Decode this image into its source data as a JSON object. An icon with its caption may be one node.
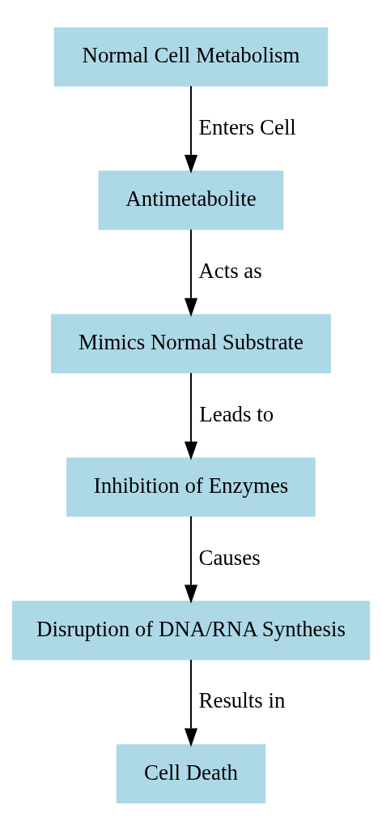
{
  "diagram": {
    "nodes": [
      {
        "text": [
          "Normal Cell Metabolism"
        ]
      },
      {
        "text": [
          "Antimetabolite"
        ]
      },
      {
        "text": [
          "Mimics Normal Substrate"
        ]
      },
      {
        "text": [
          "Inhibition of Enzymes"
        ]
      },
      {
        "text": [
          "Disruption of DNA/RNA Synthesis"
        ]
      },
      {
        "text": [
          "Cell Death"
        ]
      }
    ],
    "edges": [
      {
        "from": 0,
        "to": 1,
        "arrow": "to",
        "label": "Enters Cell"
      },
      {
        "from": 1,
        "to": 2,
        "arrow": "to",
        "label": "Acts as"
      },
      {
        "from": 2,
        "to": 3,
        "arrow": "to",
        "label": "Leads to"
      },
      {
        "from": 3,
        "to": 4,
        "arrow": "to",
        "label": "Causes"
      },
      {
        "from": 4,
        "to": 5,
        "arrow": "to",
        "label": "Results in"
      }
    ]
  }
}
